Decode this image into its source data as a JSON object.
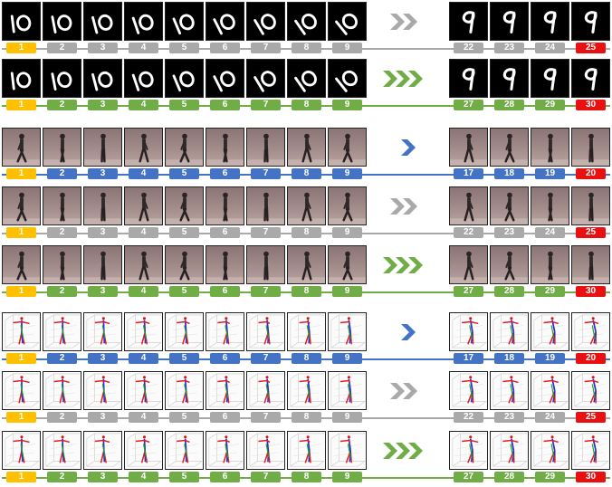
{
  "colors": {
    "gray": "#a9a9a9",
    "green": "#70ad47",
    "blue": "#4472c4",
    "yellow": "#ffc000",
    "red": "#e81010"
  },
  "groups": [
    {
      "name": "digits",
      "rows": [
        {
          "arrow": "gray-double",
          "arrow_color": "gray",
          "line": "gray",
          "input_labels": [
            "1",
            "2",
            "3",
            "4",
            "5",
            "6",
            "7",
            "8",
            "9"
          ],
          "input_colors": [
            "yellow",
            "gray",
            "gray",
            "gray",
            "gray",
            "gray",
            "gray",
            "gray",
            "gray"
          ],
          "output_labels": [
            "22",
            "23",
            "24",
            "25"
          ],
          "output_colors": [
            "gray",
            "gray",
            "gray",
            "red"
          ]
        },
        {
          "arrow": "green-triple",
          "arrow_color": "green",
          "line": "green",
          "input_labels": [
            "1",
            "2",
            "3",
            "4",
            "5",
            "6",
            "7",
            "8",
            "9"
          ],
          "input_colors": [
            "yellow",
            "green",
            "green",
            "green",
            "green",
            "green",
            "green",
            "green",
            "green"
          ],
          "output_labels": [
            "27",
            "28",
            "29",
            "30"
          ],
          "output_colors": [
            "green",
            "green",
            "green",
            "red"
          ]
        }
      ]
    },
    {
      "name": "walking",
      "rows": [
        {
          "arrow": "blue-single",
          "arrow_color": "blue",
          "line": "blue",
          "input_labels": [
            "1",
            "2",
            "3",
            "4",
            "5",
            "6",
            "7",
            "8",
            "9"
          ],
          "input_colors": [
            "yellow",
            "blue",
            "blue",
            "blue",
            "blue",
            "blue",
            "blue",
            "blue",
            "blue"
          ],
          "output_labels": [
            "17",
            "18",
            "19",
            "20"
          ],
          "output_colors": [
            "blue",
            "blue",
            "blue",
            "red"
          ]
        },
        {
          "arrow": "gray-double",
          "arrow_color": "gray",
          "line": "gray",
          "input_labels": [
            "1",
            "2",
            "3",
            "4",
            "5",
            "6",
            "7",
            "8",
            "9"
          ],
          "input_colors": [
            "yellow",
            "gray",
            "gray",
            "gray",
            "gray",
            "gray",
            "gray",
            "gray",
            "gray"
          ],
          "output_labels": [
            "22",
            "23",
            "24",
            "25"
          ],
          "output_colors": [
            "gray",
            "gray",
            "gray",
            "red"
          ]
        },
        {
          "arrow": "green-triple",
          "arrow_color": "green",
          "line": "green",
          "input_labels": [
            "1",
            "2",
            "3",
            "4",
            "5",
            "6",
            "7",
            "8",
            "9"
          ],
          "input_colors": [
            "yellow",
            "green",
            "green",
            "green",
            "green",
            "green",
            "green",
            "green",
            "green"
          ],
          "output_labels": [
            "27",
            "28",
            "29",
            "30"
          ],
          "output_colors": [
            "green",
            "green",
            "green",
            "red"
          ]
        }
      ]
    },
    {
      "name": "skeleton",
      "rows": [
        {
          "arrow": "blue-single",
          "arrow_color": "blue",
          "line": "blue",
          "input_labels": [
            "1",
            "2",
            "3",
            "4",
            "5",
            "6",
            "7",
            "8",
            "9"
          ],
          "input_colors": [
            "yellow",
            "blue",
            "blue",
            "blue",
            "blue",
            "blue",
            "blue",
            "blue",
            "blue"
          ],
          "output_labels": [
            "17",
            "18",
            "19",
            "20"
          ],
          "output_colors": [
            "blue",
            "blue",
            "blue",
            "red"
          ]
        },
        {
          "arrow": "gray-double",
          "arrow_color": "gray",
          "line": "gray",
          "input_labels": [
            "1",
            "2",
            "3",
            "4",
            "5",
            "6",
            "7",
            "8",
            "9"
          ],
          "input_colors": [
            "yellow",
            "gray",
            "gray",
            "gray",
            "gray",
            "gray",
            "gray",
            "gray",
            "gray"
          ],
          "output_labels": [
            "22",
            "23",
            "24",
            "25"
          ],
          "output_colors": [
            "gray",
            "gray",
            "gray",
            "red"
          ]
        },
        {
          "arrow": "green-triple",
          "arrow_color": "green",
          "line": "green",
          "input_labels": [
            "1",
            "2",
            "3",
            "4",
            "5",
            "6",
            "7",
            "8",
            "9"
          ],
          "input_colors": [
            "yellow",
            "green",
            "green",
            "green",
            "green",
            "green",
            "green",
            "green",
            "green"
          ],
          "output_labels": [
            "27",
            "28",
            "29",
            "30"
          ],
          "output_colors": [
            "green",
            "green",
            "green",
            "red"
          ]
        }
      ]
    }
  ]
}
